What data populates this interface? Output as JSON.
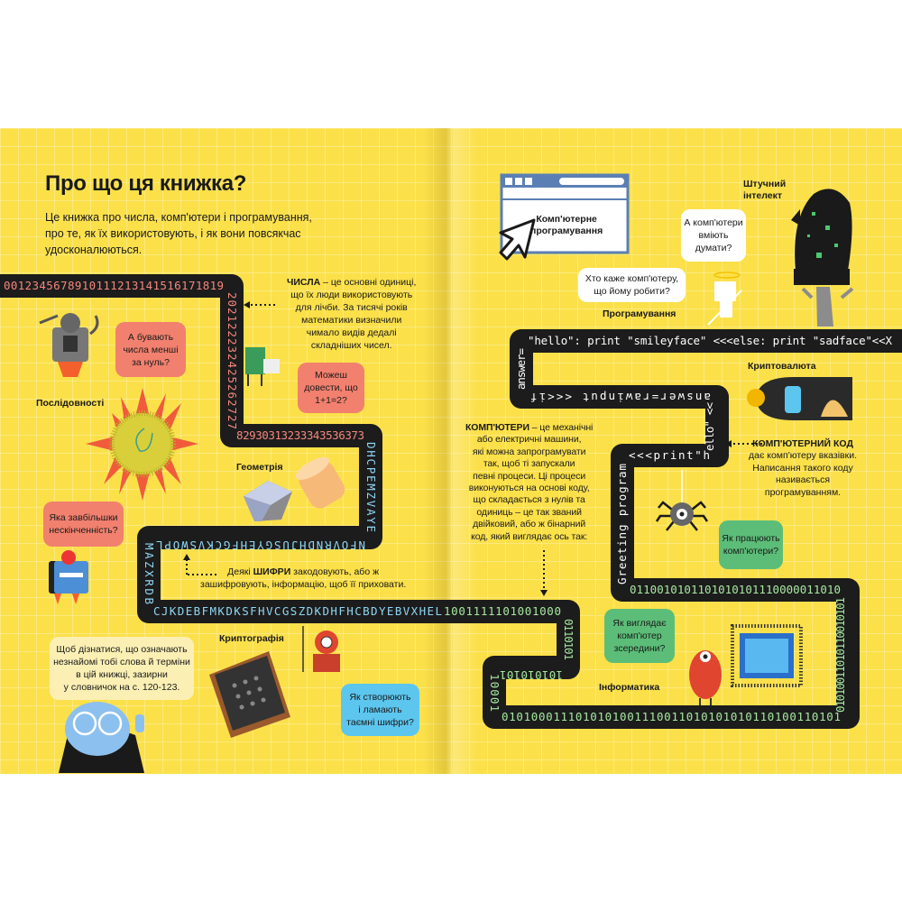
{
  "left_page": {
    "title": "Про що ця книжка?",
    "intro": "Це книжка про числа, комп'ютери і програмування,\nпро те, як їх використовують, і як вони повсякчас\nудосконалюються.",
    "numbers_note": {
      "term": "ЧИСЛА",
      "text": " – це основні одиниці,\nщо їх люди використовують\nдля лічби. За тисячі років\nматематики визначили\nчимало видів дедалі\nскладніших чисел."
    },
    "ciphers_note": {
      "pre": "Деякі ",
      "term": "ШИФРИ",
      "text": " закодовують, або ж\nзашифровують, інформацію, щоб її приховати."
    },
    "labels": {
      "sequences": "Послідовності",
      "geometry": "Геометрія",
      "cryptography": "Криптографія"
    },
    "bubbles": {
      "negative": "А бувають\nчисла менші\nза нуль?",
      "prove": "Можеш\nдовести, що\n1+1=2?",
      "infinity": "Яка завбільшки\nнескінченність?",
      "ciphers": "Як створюють\nі ламають\nтаємні шифри?",
      "glossary": "Щоб дізнатися, що означають\nнезнайомі тобі слова й терміни\nв цій книжці, зазирни\nу словничок на с. 120-123."
    }
  },
  "right_page": {
    "window_label": "Комп'ютерне\nпрограмування",
    "labels": {
      "ai": "Штучний\nінтелект",
      "programming": "Програмування",
      "crypto": "Криптовалюта",
      "informatics": "Інформатика"
    },
    "computers_note": {
      "term": "КОМП'ЮТЕРИ",
      "text": " – це механічні\nабо електричні машини,\nякі можна запрограмувати\nтак, щоб ті запускали\nпевні процеси. Ці процеси\nвиконуються на основі коду,\nщо складається з нулів та\nодиниць – це так званий\nдвійковий, або ж бінарний\nкод, який виглядає ось так:"
    },
    "code_note": {
      "term": "КОМП'ЮТЕРНИЙ КОД",
      "text": "дає комп'ютеру вказівки.\nНаписання такого коду\nназивається\nпрограмуванням."
    },
    "bubbles": {
      "think": "А комп'ютери\nвміють\nдумати?",
      "who_tells": "Хто каже комп'ютеру,\nщо йому робити?",
      "how_work": "Як працюють\nкомп'ютери?",
      "inside": "Як виглядає\nкомп'ютер\nзсередини?"
    }
  },
  "road": {
    "numbers_1": "0012345678910111213141516171819",
    "numbers_2": "202122232425262727",
    "numbers_3": "82930313233343536373",
    "letters_1": "DHCPEMZVAYE",
    "letters_2": "NFOVRNDHJUSGYEHFGCKVSWOPL",
    "letters_3": "MAZXRDB",
    "letters_4": "CJKDEBFMKDKSFHVCGSZDKDHFHCBDYEBVXHEL",
    "binary_1": "1001111101001000",
    "binary_2": "0110101",
    "binary_3": "101010101",
    "binary_4": "10001",
    "binary_5": "0101000111010101001110011010101010110100110101",
    "binary_6": "01010011010110010101",
    "binary_7": "0110010101101010101110000011010",
    "code_1": "Greeting program",
    "code_2": "<<<print\"h",
    "code_3": "ello\" <<",
    "code_4": "answer=rawinput <<<if",
    "code_5": "answer=",
    "code_6": "\"hello\": print \"smileyface\" <<<else: print \"sadface\"<<X"
  },
  "colors": {
    "page": "#fbe04a",
    "road": "#1c1c1c",
    "numbers": "#f4877d",
    "letters": "#8fd6f4",
    "code": "#ffffff",
    "binary": "#a6e8a0"
  }
}
